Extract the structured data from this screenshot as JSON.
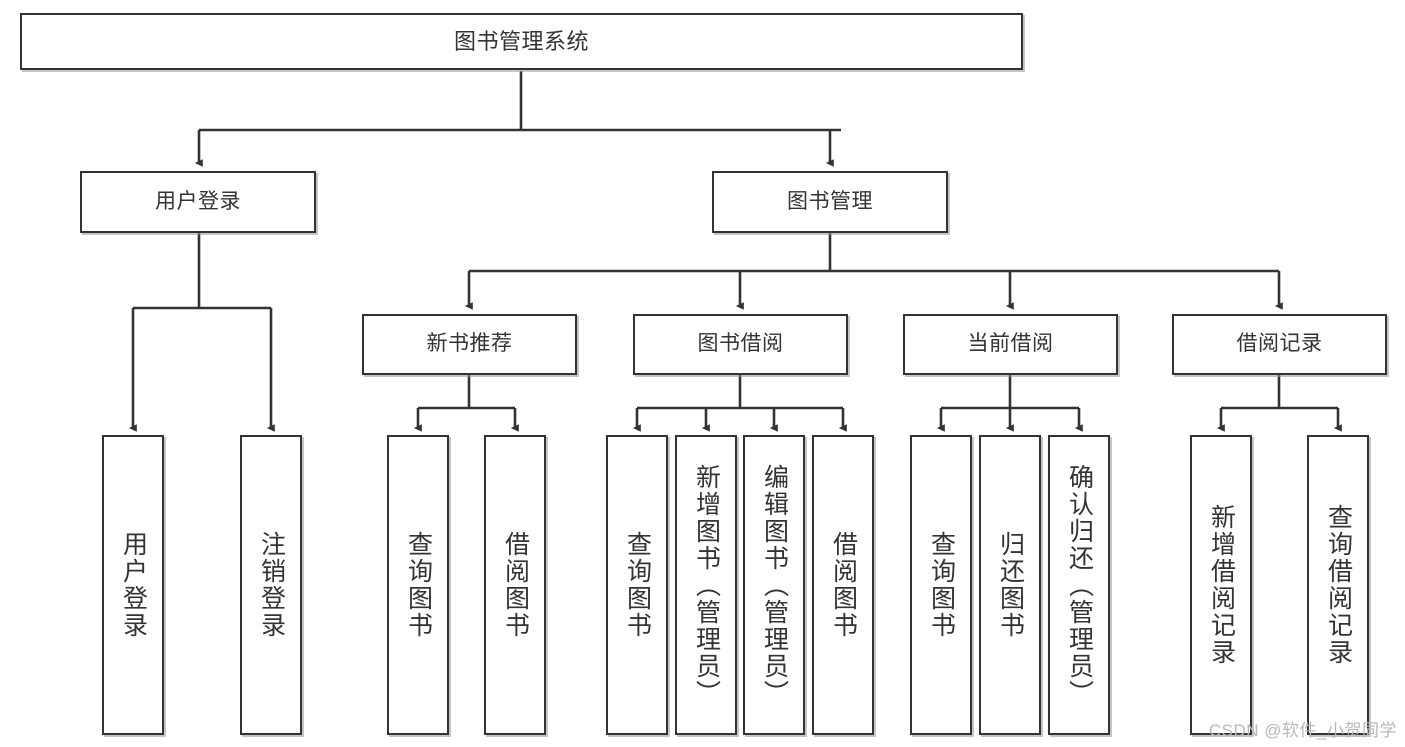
{
  "diagram": {
    "title": "图书管理系统",
    "type": "tree-hierarchy-chart",
    "stroke_color": "#333333",
    "background_color": "#ffffff",
    "text_color": "#333333",
    "nodes": {
      "root": {
        "label": "图书管理系统"
      },
      "level2": [
        {
          "id": "user-login",
          "label": "用户登录"
        },
        {
          "id": "book-management",
          "label": "图书管理"
        }
      ],
      "level3": [
        {
          "id": "new-book-recommend",
          "label": "新书推荐"
        },
        {
          "id": "book-borrow",
          "label": "图书借阅"
        },
        {
          "id": "current-borrow",
          "label": "当前借阅"
        },
        {
          "id": "borrow-record",
          "label": "借阅记录"
        }
      ],
      "leaves": [
        {
          "id": "leaf-user-login",
          "label": "用户登录",
          "parent": "user-login"
        },
        {
          "id": "leaf-logout-login",
          "label": "注销登录",
          "parent": "user-login"
        },
        {
          "id": "leaf-query-book-1",
          "label": "查询图书",
          "parent": "new-book-recommend"
        },
        {
          "id": "leaf-borrow-book-1",
          "label": "借阅图书",
          "parent": "new-book-recommend"
        },
        {
          "id": "leaf-query-book-2",
          "label": "查询图书",
          "parent": "book-borrow"
        },
        {
          "id": "leaf-add-book",
          "label": "新增图书（管理员）",
          "parent": "book-borrow"
        },
        {
          "id": "leaf-edit-book",
          "label": "编辑图书（管理员）",
          "parent": "book-borrow"
        },
        {
          "id": "leaf-borrow-book-2",
          "label": "借阅图书",
          "parent": "book-borrow"
        },
        {
          "id": "leaf-query-book-3",
          "label": "查询图书",
          "parent": "current-borrow"
        },
        {
          "id": "leaf-return-book",
          "label": "归还图书",
          "parent": "current-borrow"
        },
        {
          "id": "leaf-confirm-return",
          "label": "确认归还（管理员）",
          "parent": "current-borrow"
        },
        {
          "id": "leaf-add-record",
          "label": "新增借阅记录",
          "parent": "borrow-record"
        },
        {
          "id": "leaf-query-record",
          "label": "查询借阅记录",
          "parent": "borrow-record"
        }
      ]
    }
  },
  "watermark": {
    "text": "CSDN @软件_小贺同学"
  }
}
